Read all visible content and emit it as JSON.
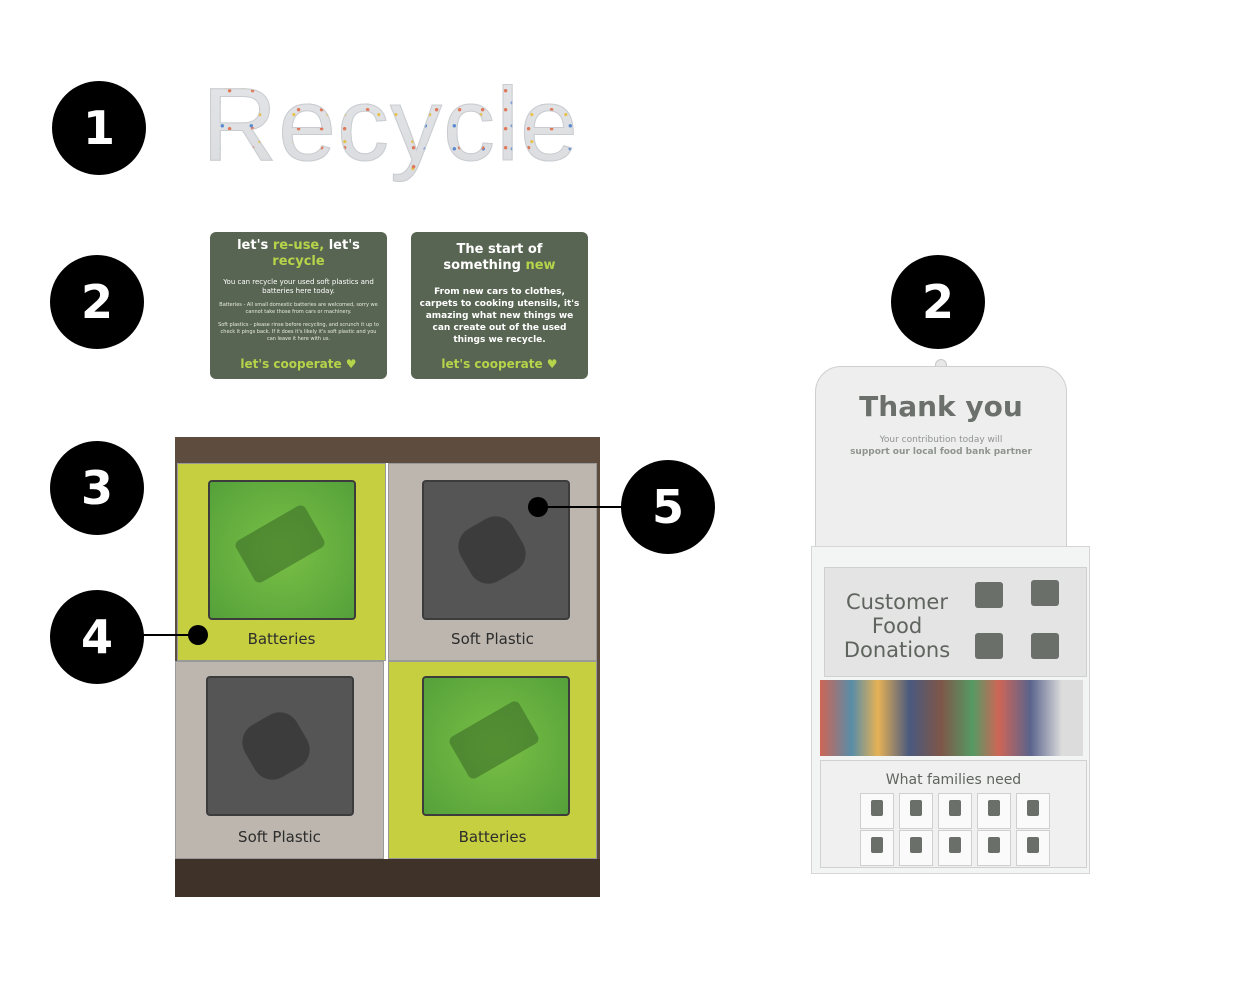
{
  "markers": [
    "1",
    "2",
    "2",
    "3",
    "4",
    "5"
  ],
  "recycle_title": "Recycle",
  "sign_left": {
    "title_pre": "let's ",
    "title_accent1": "re-use,",
    "title_mid": " let's ",
    "title_accent2": "recycle",
    "intro": "You can recycle your used soft plastics and batteries here today.",
    "batteries_note": "Batteries - All small domestic batteries are welcomed, sorry we cannot take those from cars or machinery.",
    "plastics_note": "Soft plastics - please rinse before recycling, and scrunch it up to check it pings back. If it does it's likely it's soft plastic and you can leave it here with us.",
    "footer": "let's cooperate ♥"
  },
  "sign_right": {
    "title_line1": "The start of",
    "title_line2": "something ",
    "title_accent": "new",
    "body": "From new cars to clothes, carpets to cooking utensils, it's amazing what new things we can create out of the used things we recycle.",
    "footer": "let's cooperate ♥"
  },
  "cabinet": {
    "doors": [
      {
        "label": "Batteries",
        "style": "green"
      },
      {
        "label": "Soft Plastic",
        "style": "grey"
      },
      {
        "label": "Soft Plastic",
        "style": "grey"
      },
      {
        "label": "Batteries",
        "style": "green"
      }
    ]
  },
  "donation_box": {
    "thank_you": "Thank you",
    "subtitle_line1": "Your contribution today will",
    "subtitle_line2": "support our local food bank partner",
    "panel_title": "Customer Food Donations",
    "needs_title": "What families need"
  },
  "colors": {
    "marker": "#000000",
    "sign_bg": "#596553",
    "accent_green": "#b5d44a",
    "door_green": "#c6cf40",
    "door_grey": "#bcb6ae",
    "wood": "#5e4c3e"
  }
}
